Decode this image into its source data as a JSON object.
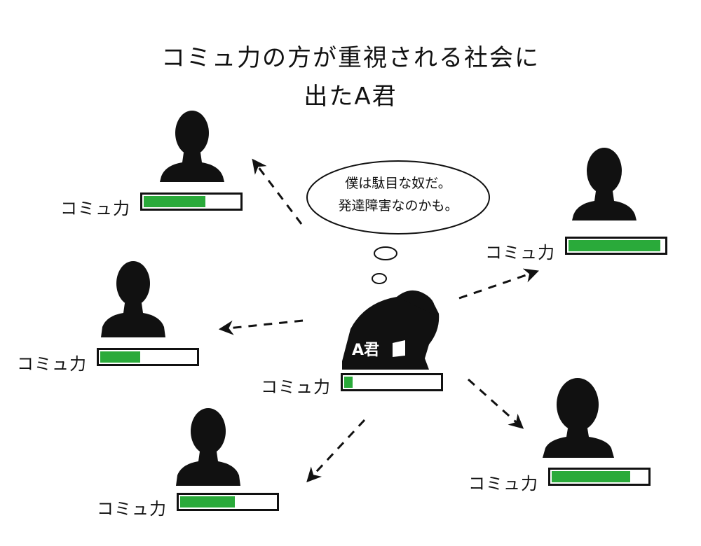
{
  "title_line1": "コミュ力の方が重視される社会に",
  "title_line2": "出たA君",
  "bubble": {
    "line1": "僕は駄目な奴だ。",
    "line2": "発達障害なのかも。"
  },
  "me": {
    "name": "A君",
    "label": "コミュ力",
    "level": 0.09
  },
  "others": [
    {
      "id": "top-left",
      "label": "コミュ力",
      "level": 0.65
    },
    {
      "id": "mid-left",
      "label": "コミュ力",
      "level": 0.42
    },
    {
      "id": "bottom-left",
      "label": "コミュ力",
      "level": 0.57
    },
    {
      "id": "top-right",
      "label": "コミュ力",
      "level": 0.96
    },
    {
      "id": "bottom-right",
      "label": "コミュ力",
      "level": 0.82
    }
  ],
  "colors": {
    "bar_fill": "#2aaa3a",
    "ink": "#111111"
  }
}
